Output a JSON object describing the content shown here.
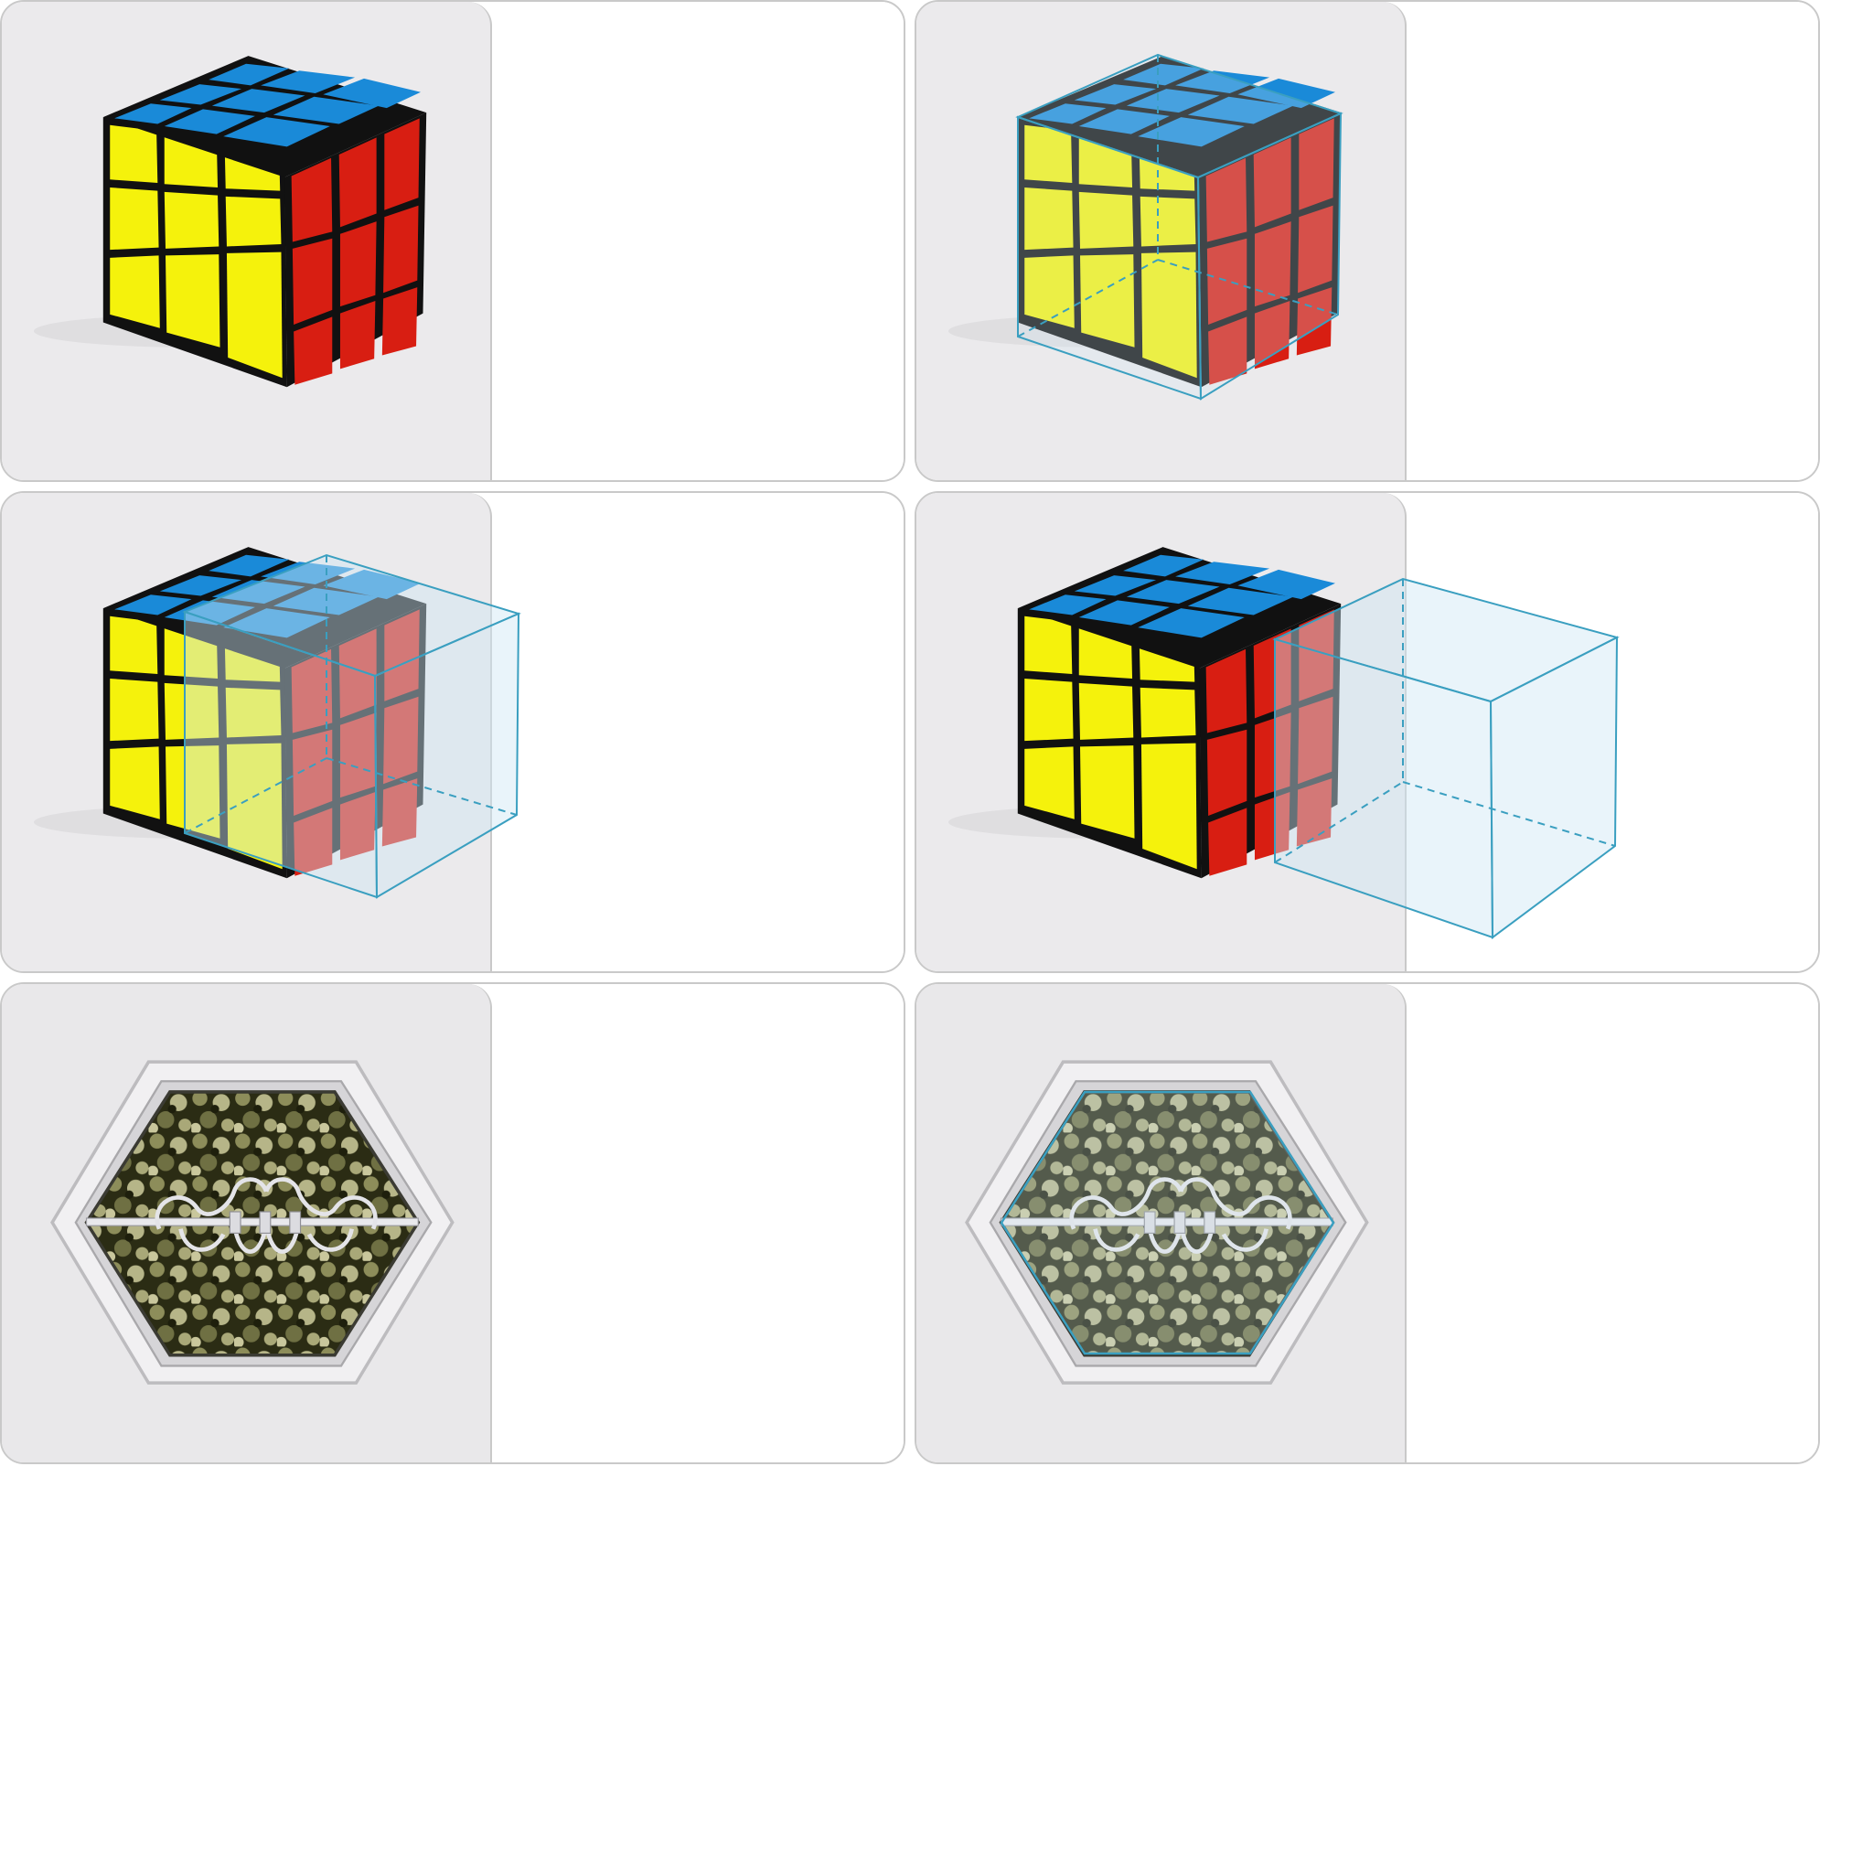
{
  "panels": [
    {
      "id": "panel-1",
      "subject": "rubiks-cube",
      "overlay": "none"
    },
    {
      "id": "panel-2",
      "subject": "rubiks-cube",
      "overlay": "wireframe-cube-aligned"
    },
    {
      "id": "panel-3",
      "subject": "rubiks-cube",
      "overlay": "wireframe-cube-offset"
    },
    {
      "id": "panel-4",
      "subject": "rubiks-cube",
      "overlay": "wireframe-cube-separated"
    },
    {
      "id": "panel-5",
      "subject": "hexagonal-window",
      "overlay": "none"
    },
    {
      "id": "panel-6",
      "subject": "hexagonal-window",
      "overlay": "hexagon-outline"
    }
  ],
  "colors": {
    "card_border": "#c9c9c9",
    "photo_background": "#ebeaec",
    "cube_top": "#1a8ad8",
    "cube_front": "#f5f20c",
    "cube_right": "#d81e12",
    "wireframe_stroke": "#3a9fc0",
    "wireframe_fill": "#cfe6f4"
  }
}
